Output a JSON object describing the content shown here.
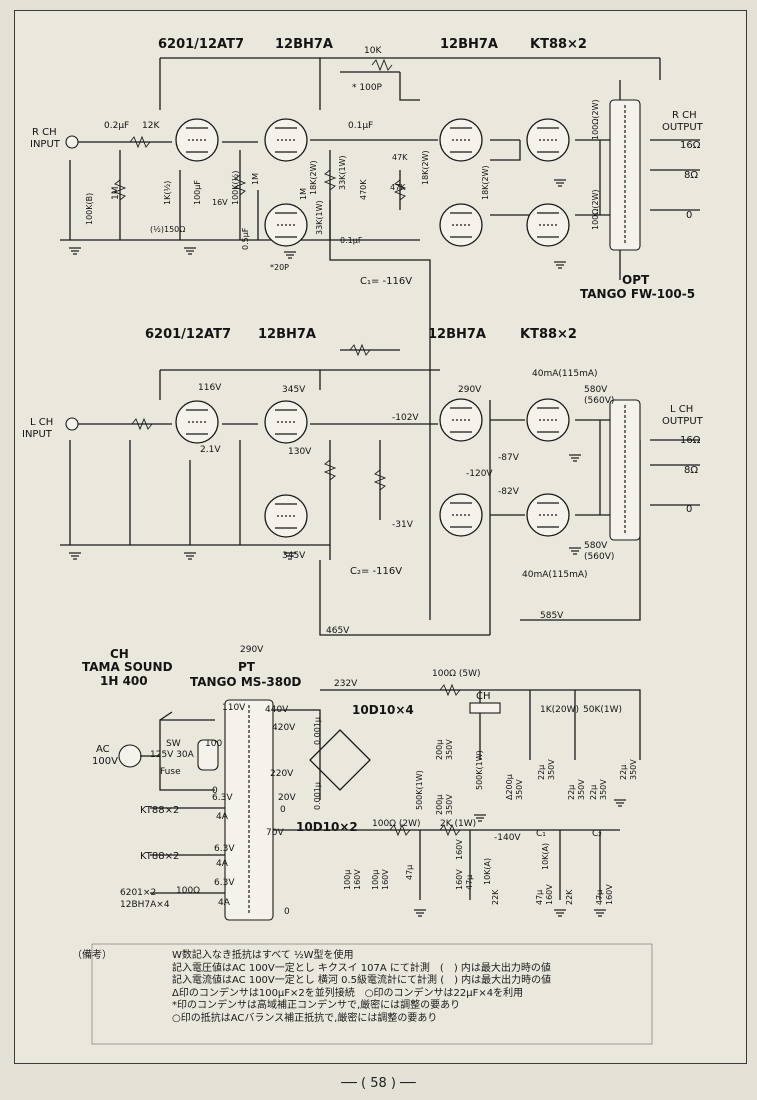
{
  "top_row": {
    "tube1": "6201/12AT7",
    "tube2": "12BH7A",
    "tube3": "12BH7A",
    "tube4": "KT88×2",
    "input": [
      "R CH",
      "INPUT"
    ],
    "output": [
      "R CH",
      "OUTPUT"
    ],
    "opt": [
      "OPT",
      "TANGO  FW-100-5"
    ],
    "c1": "C₁= -116V",
    "feedback": [
      "10K",
      "* 100P"
    ],
    "values": [
      "0.2μF",
      "12K",
      "1M",
      "100K(B)",
      "1K(½)",
      "100μF",
      "16V",
      "(½)150Ω",
      "100K(½)",
      "1M",
      "1M",
      "0.5μF",
      "*20P",
      "18K(2W)",
      "33K(1W)",
      "33K(1W)",
      "0.1μF",
      "0.1μF",
      "47K",
      "47K",
      "470K",
      "18K(2W)",
      "18K(2W)",
      "100Ω(2W)",
      "100Ω(2W)",
      "16Ω",
      "8Ω",
      "0"
    ]
  },
  "bottom_row": {
    "tube1": "6201/12AT7",
    "tube2": "12BH7A",
    "tube3": "12BH7A",
    "tube4": "KT88×2",
    "input": [
      "L CH",
      "INPUT"
    ],
    "output": [
      "L CH",
      "OUTPUT"
    ],
    "c2": "C₂= -116V",
    "voltages": [
      "116V",
      "2.1V",
      "345V",
      "130V",
      "345V",
      "-102V",
      "-31V",
      "290V",
      "-87V",
      "-120V",
      "-82V",
      "40mA(115mA)",
      "580V",
      "(560V)",
      "580V",
      "(560V)",
      "40mA(115mA)",
      "465V",
      "585V",
      "290V",
      "232V"
    ],
    "taps": [
      "16Ω",
      "8Ω",
      "0"
    ]
  },
  "power": {
    "ch_label": [
      "CH",
      "TAMA SOUND",
      "1H 400"
    ],
    "pt_label": [
      "PT",
      "TANGO MS-380D"
    ],
    "rect": "10D10×4",
    "rect2": "10D10×2",
    "ac": [
      "AC",
      "100V"
    ],
    "sw": [
      "SW",
      "125V 30A"
    ],
    "fuse": "Fuse",
    "primary": [
      "110V",
      "100",
      "0"
    ],
    "secondary": [
      "440V",
      "420V",
      "220V",
      "20V",
      "0",
      "70V",
      "0"
    ],
    "heaters": [
      "KT88×2",
      "6.3V",
      "4A",
      "KT88×2",
      "6.3V",
      "4A",
      "6201×2",
      "12BH7A×4",
      "100Ω",
      "6.3V",
      "4A"
    ],
    "filter": [
      "0.001μ",
      "0.001μ",
      "100Ω (5W)",
      "CH",
      "500K(1W)",
      "200μ",
      "350V",
      "200μ",
      "350V",
      "500K(1W)",
      "Δ200μ",
      "350V",
      "1K(20W)",
      "50K(1W)",
      "22μ",
      "350V",
      "22μ",
      "350V",
      "22μ",
      "350V",
      "22μ",
      "350V"
    ],
    "bias": [
      "100Ω (2W)",
      "2K (1W)",
      "-140V",
      "C₁",
      "C₂",
      "10K(A)",
      "10K(A)",
      "22K",
      "22K",
      "100μ",
      "160V",
      "100μ",
      "160V",
      "47μ",
      "160V",
      "47μ",
      "160V",
      "47μ",
      "160V",
      "47μ",
      "160V"
    ]
  },
  "notes": {
    "header": "（備考）",
    "lines": [
      "W数記入なき抵抗はすべて ½W型を使用",
      "記入電圧値はAC 100V一定とし キクスイ 107A にて計測　(　) 内は最大出力時の値",
      "記入電流値はAC 100V一定とし 横河 0.5級電流計にて計測 (　) 内は最大出力時の値",
      "Δ印のコンデンサは100μF×2を並列接続　○印のコンデンサは22μF×4を利用",
      "*印のコンデンサは高域補正コンデンサで,厳密には調整の要あり",
      "○印の抵抗はACバランス補正抵抗で,厳密には調整の要あり"
    ]
  },
  "page_number": "── ( 58 ) ──"
}
